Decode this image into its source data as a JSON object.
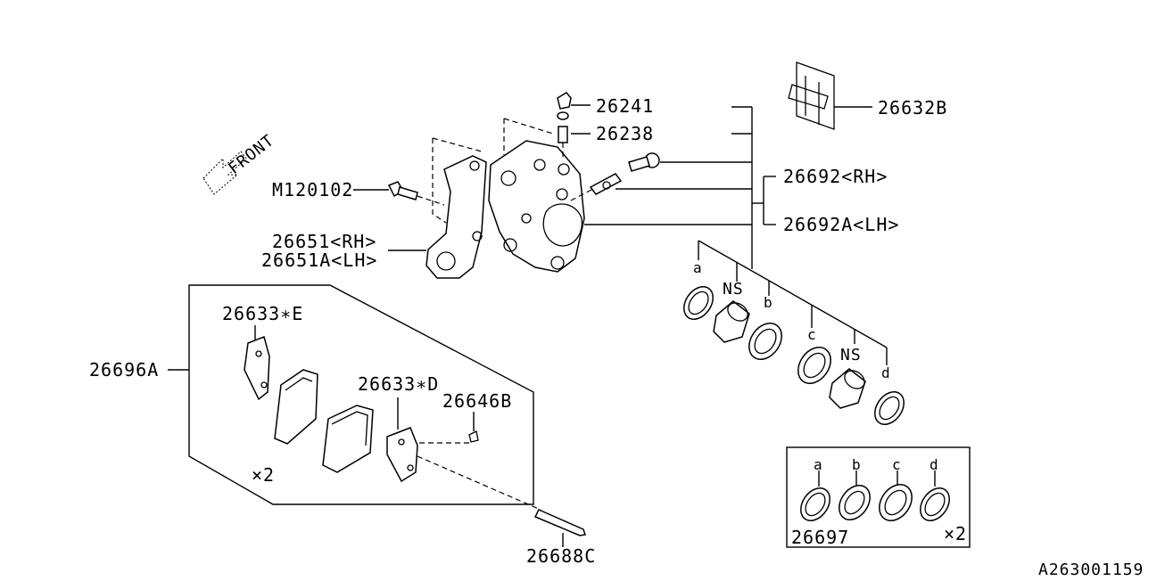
{
  "labels": {
    "p26241": "26241",
    "p26238": "26238",
    "p26632b": "26632B",
    "p26692rh": "26692<RH>",
    "p26692alh": "26692A<LH>",
    "m120102": "M120102",
    "p26651rh": "26651<RH>",
    "p26651alh": "26651A<LH>",
    "p26633e": "26633∗E",
    "p26696a": "26696A",
    "p26633d": "26633∗D",
    "p26646b": "26646B",
    "x2_pads": "×2",
    "p26688c": "26688C",
    "p26697": "26697",
    "x2_kit": "×2",
    "ns1": "NS",
    "ns2": "NS",
    "a1": "a",
    "b1": "b",
    "c1": "c",
    "d1": "d",
    "a2": "a",
    "b2": "b",
    "c2": "c",
    "d2": "d",
    "front": "FRONT",
    "diagram_id": "A263001159"
  }
}
